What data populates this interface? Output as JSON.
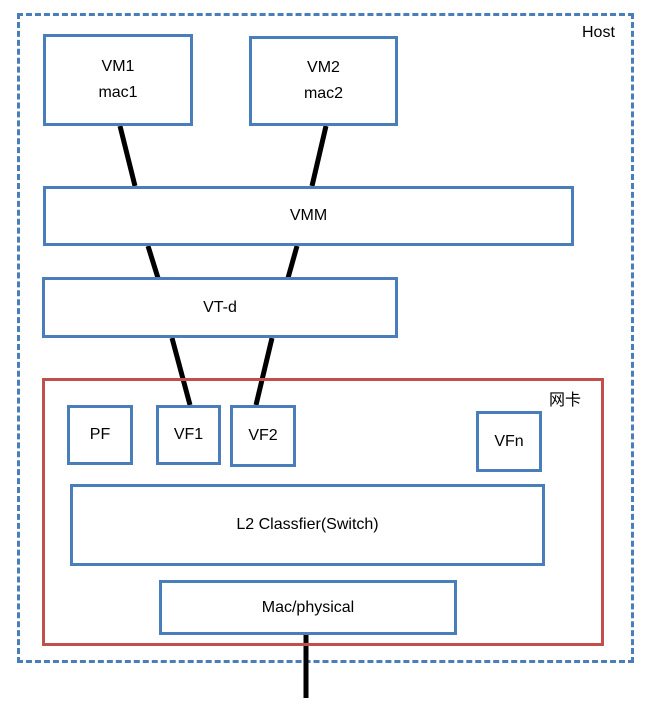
{
  "host": {
    "label": "Host"
  },
  "vms": [
    {
      "name": "VM1",
      "mac": "mac1"
    },
    {
      "name": "VM2",
      "mac": "mac2"
    }
  ],
  "vmm": {
    "label": "VMM"
  },
  "vtd": {
    "label": "VT-d"
  },
  "nic": {
    "label": "网卡",
    "functions": {
      "pf": "PF",
      "vf1": "VF1",
      "vf2": "VF2",
      "vfn": "VFn"
    },
    "classifier": "L2 Classfier(Switch)",
    "mac_physical": "Mac/physical"
  },
  "colors": {
    "blue": "#4a7ebb",
    "red": "#c0504d",
    "line": "#000000"
  }
}
